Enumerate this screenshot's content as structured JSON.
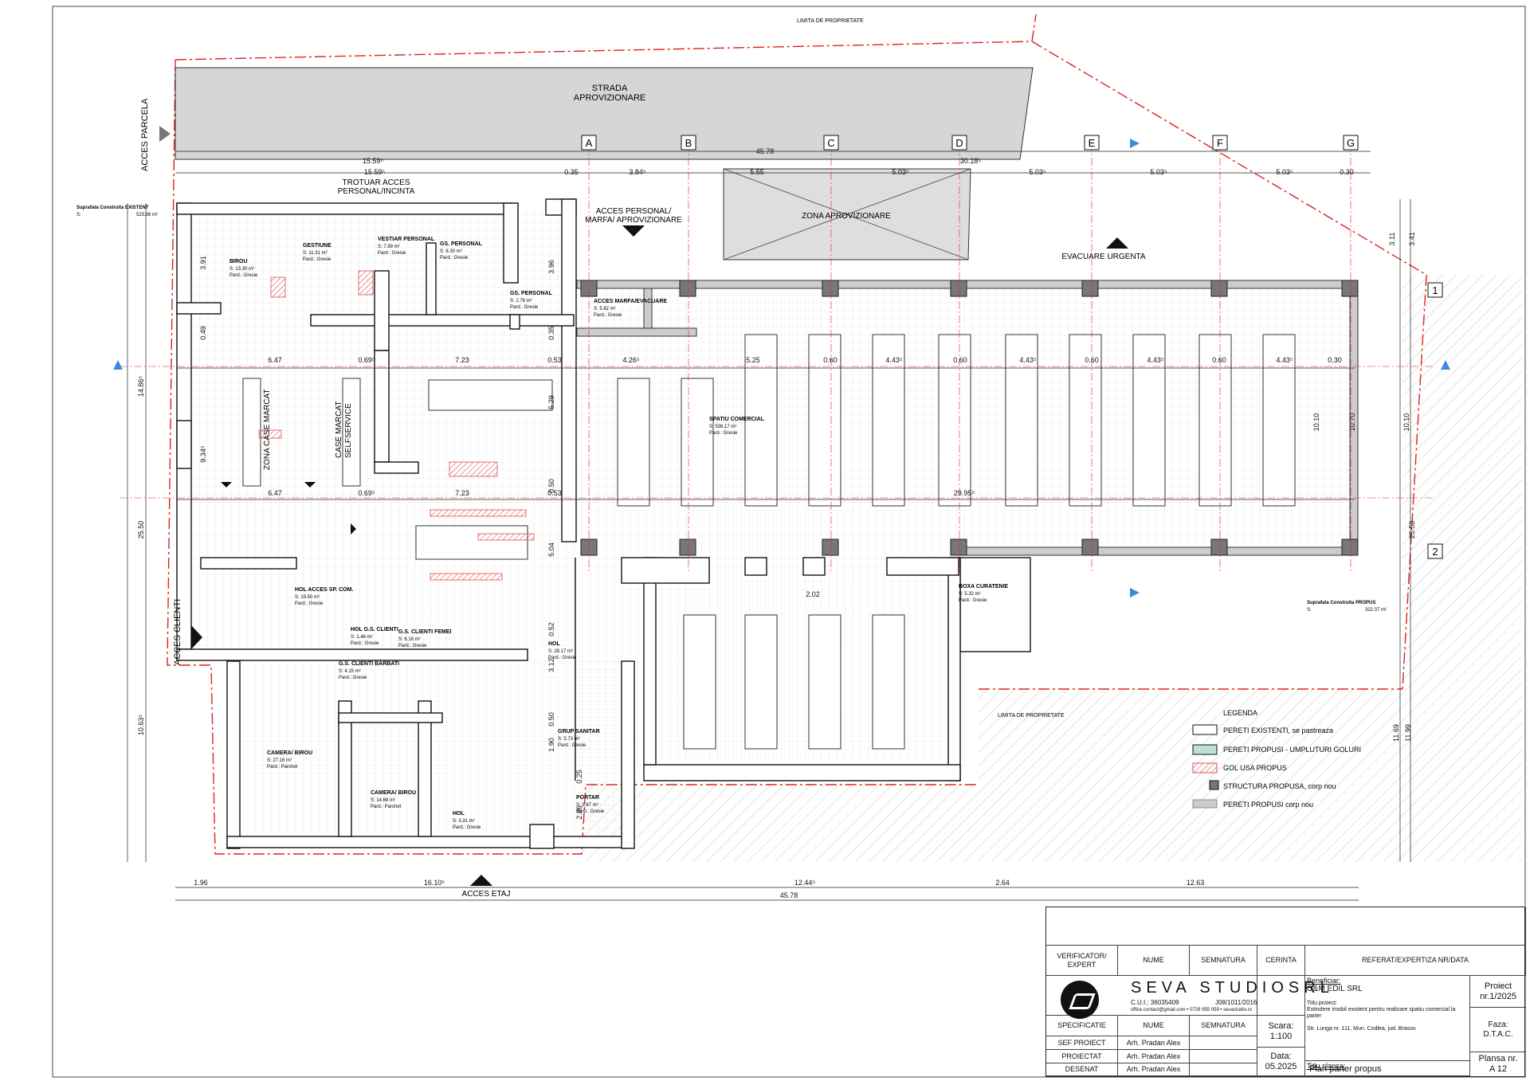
{
  "plan": {
    "property_limit_top": "LIMITA DE PROPRIETATE",
    "property_limit_bottom": "LIMITA DE PROPRIETATE",
    "street": "STRADA\nAPROVIZIONARE",
    "street_line1": "STRADA",
    "street_line2": "APROVIZIONARE",
    "acces_parcela": "ACCES PARCELA",
    "acces_clienti": "ACCES CLIENTI",
    "acces_etaj": "ACCES ETAJ",
    "trotuar1": "TROTUAR ACCES",
    "trotuar2": "PERSONAL/INCINTA",
    "acces_personal1": "ACCES PERSONAL/",
    "acces_personal2": "MARFA/ APROVIZIONARE",
    "zona_aprov": "ZONA APROVIZIONARE",
    "evacuare": "EVACUARE URGENTA",
    "suprafata_existent_label": "Suprafata Construita EXISTENT",
    "suprafata_existent_value": "523.88 m²",
    "suprafata_propus_label": "Suprafata Construita PROPUS",
    "suprafata_propus_value": "322.37 m²",
    "s_label": "S:",
    "zona_case": "ZONA CASE MARCAT",
    "case_self1": "CASE MARCAT",
    "case_self2": "SELFSERVICE"
  },
  "axes": {
    "letters": [
      "A",
      "B",
      "C",
      "D",
      "E",
      "F",
      "G"
    ],
    "numbers": [
      "1",
      "2"
    ]
  },
  "rooms": [
    {
      "name": "BIROU",
      "area": "13.30 m²",
      "floor": "Gresie"
    },
    {
      "name": "GESTIUNE",
      "area": "11.31 m²",
      "floor": "Gresie"
    },
    {
      "name": "VESTIAR PERSONAL",
      "area": "7.89 m²",
      "floor": "Gresie"
    },
    {
      "name": "GS. PERSONAL",
      "area": "6.30 m²",
      "floor": "Gresie"
    },
    {
      "name": "GS. PERSONAL",
      "area": "2.76 m²",
      "floor": "Gresie"
    },
    {
      "name": "ACCES MARFA/EVACUARE",
      "area": "5.82 m²",
      "floor": "Gresie"
    },
    {
      "name": "SPATIU COMERCIAL",
      "area": "536.17 m²",
      "floor": "Gresie"
    },
    {
      "name": "HOL ACCES SP. COM.",
      "area": "19.50 m²",
      "floor": "Gresie"
    },
    {
      "name": "HOL G.S. CLIENTI",
      "area": "1.48 m²",
      "floor": "Gresie"
    },
    {
      "name": "G.S. CLIENTI FEMEI",
      "area": "6.16 m²",
      "floor": "Gresie"
    },
    {
      "name": "G.S. CLIENTI BARBATI",
      "area": "4.15 m²",
      "floor": "Gresie"
    },
    {
      "name": "HOL",
      "area": "28.17 m²",
      "floor": "Gresie"
    },
    {
      "name": "BOXA CURATENIE",
      "area": "5.32 m²",
      "floor": "Gresie"
    },
    {
      "name": "GRUP SANITAR",
      "area": "5.73 m²",
      "floor": "Gresie"
    },
    {
      "name": "CAMERA/ BIROU",
      "area": "27.16 m²",
      "floor": "Parchet"
    },
    {
      "name": "CAMERA/ BIROU",
      "area": "14.68 m²",
      "floor": "Parchet"
    },
    {
      "name": "PORTAR",
      "area": "9.67 m²",
      "floor": "Gresie"
    },
    {
      "name": "HOL",
      "area": "3.31 m²",
      "floor": "Gresie"
    }
  ],
  "room_floor_prefix": "Pard.:",
  "dimensions": {
    "top_a": "15.59⁵",
    "top_total": "45.78",
    "top_d": "30.18⁵",
    "row1": [
      "15.59⁵",
      "0.35",
      "3.84⁵",
      "5.55",
      "5.03⁵",
      "5.03⁵",
      "5.03⁵",
      "5.03⁵",
      "0.30"
    ],
    "row2": [
      "6.47",
      "0.69⁵",
      "7.23",
      "0.53",
      "4.26⁵",
      "5.25",
      "0.60",
      "4.43⁵",
      "0.60",
      "4.43⁵",
      "0.60",
      "4.43⁵",
      "0.60",
      "4.43⁵",
      "0.30"
    ],
    "row3": [
      "6.47",
      "0.69⁵",
      "7.23",
      "0.53",
      "29.95⁵"
    ],
    "bottom": [
      "1.96",
      "16.10⁵",
      "12.44⁵",
      "2.64",
      "12.63"
    ],
    "bottom_total": "45.78",
    "left_vert": [
      "14.86⁵",
      "25.50",
      "10.63⁵"
    ],
    "right_vert": [
      "3.11",
      "3.41",
      "10.10",
      "10.70",
      "10.10",
      "25.50",
      "11.69",
      "11.99"
    ],
    "inner": [
      "3.91",
      "0.49",
      "9.34⁵",
      "3.96",
      "0.35",
      "5.29",
      "0.50",
      "5.04",
      "0.52",
      "3.12",
      "0.50",
      "1.90",
      "0.25",
      "2.86",
      "2.02"
    ]
  },
  "legend": {
    "title": "LEGENDA",
    "items": [
      {
        "label": "PERETI EXISTENTI, se pastreaza",
        "color": "#ffffff",
        "pattern": "plain"
      },
      {
        "label": "PERETI PROPUSI - UMPLUTURI GOLURI",
        "color": "#bfe0d8",
        "pattern": "plain"
      },
      {
        "label": "GOL USA PROPUS",
        "color": "#f08080",
        "pattern": "hatch"
      },
      {
        "label": "STRUCTURA PROPUSA, corp nou",
        "color": "#777777",
        "pattern": "solid"
      },
      {
        "label": "PERETI PROPUSI corp nou",
        "color": "#cccccc",
        "pattern": "plain"
      }
    ]
  },
  "title_block": {
    "verificator": "VERIFICATOR/\nEXPERT",
    "nume": "NUME",
    "semnatura": "SEMNATURA",
    "cerinta": "CERINTA",
    "referat": "REFERAT/EXPERTIZA NR/DATA",
    "studio_name": "SEVA STUDIOSRL",
    "cui": "C.U.I.: 36035409",
    "reg": "J08/1011/2016",
    "contact": "office.contact@gmail.com   •   0729 955 059   •   sevastudio.ro",
    "beneficiar_label": "Beneficiar:",
    "beneficiar": "O&M EDIL SRL",
    "titlu_proiect_label": "Titlu proiect:",
    "titlu_proiect": "Extindere imobil existent pentru realizare spatiu comercial la parter",
    "adresa": "Str. Lunga nr. 111, Mun. Codlea, jud. Brasov",
    "proiect_label": "Proiect",
    "proiect_nr": "nr.1/2025",
    "specificatie": "SPECIFICATIE",
    "sef_proiect": "SEF PROIECT",
    "proiectat": "PROIECTAT",
    "desenat": "DESENAT",
    "person": "Arh. Pradan Alex",
    "scara_label": "Scara:",
    "scara": "1:100",
    "data_label": "Data:",
    "data": "05.2025",
    "titlu_plansa_label": "Titlu plansa:",
    "titlu_plansa": "Plan parter propus",
    "faza_label": "Faza:",
    "faza": "D.T.A.C.",
    "plansa_label": "Plansa nr.",
    "plansa": "A 12"
  }
}
